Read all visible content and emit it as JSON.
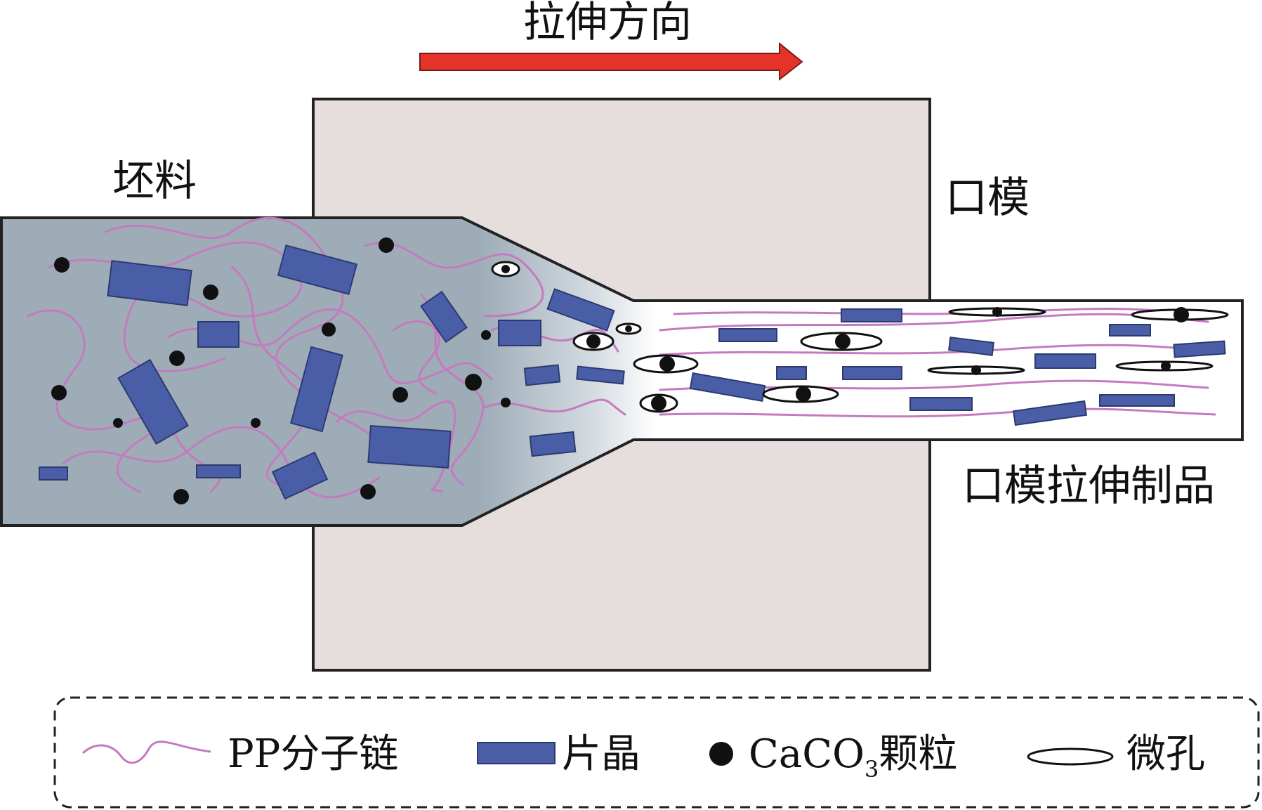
{
  "labels": {
    "direction": "拉伸方向",
    "billet": "坯料",
    "die": "口模",
    "product": "口模拉伸制品"
  },
  "legend": {
    "chain": "PP分子链",
    "lamella": "片晶",
    "particle_pre": "CaCO",
    "particle_sub": "3",
    "particle_post": "颗粒",
    "micropore": "微孔"
  },
  "colors": {
    "arrow": "#e5332a",
    "die_fill": "#e6dedc",
    "billet_fill": "#9dacb7",
    "product_fill": "#ffffff",
    "lamella": "#4a5ea8",
    "chain": "#c57ac0",
    "particle": "#111111"
  }
}
